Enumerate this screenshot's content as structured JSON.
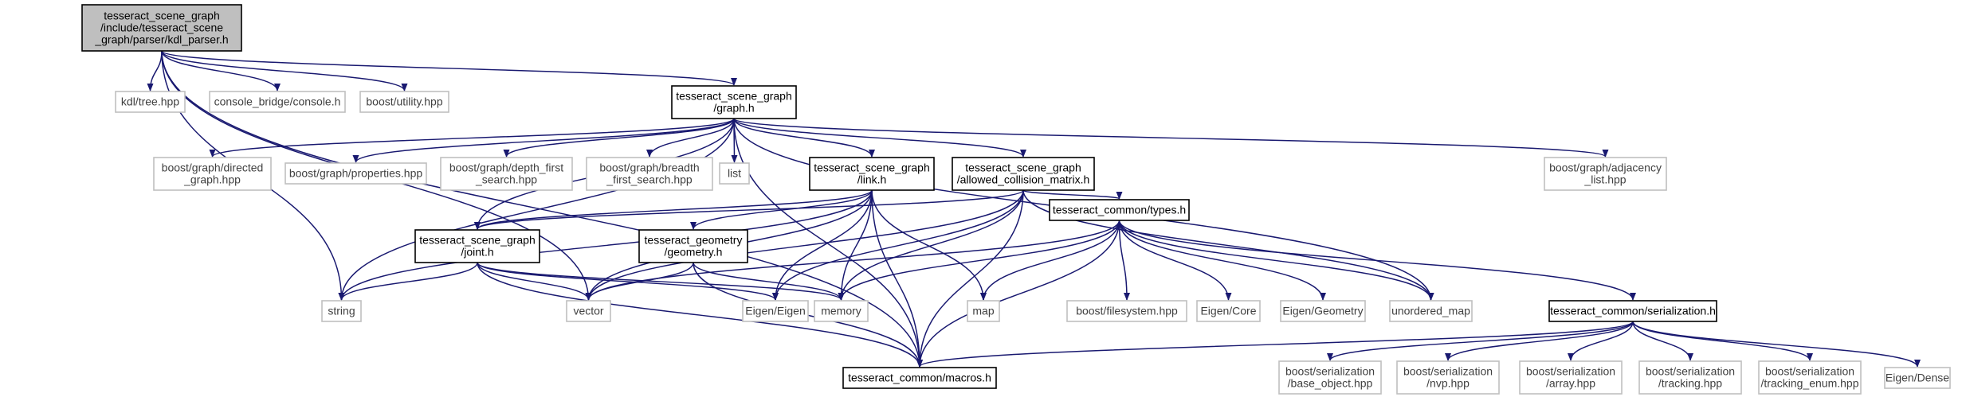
{
  "colors": {
    "edge": "#191970",
    "focus_fill": "#bfbfbf",
    "focus_border": "#000000",
    "internal_border": "#000000",
    "external_border": "#bfbfbf",
    "text_internal": "#000000",
    "text_external": "#404040"
  },
  "nodes": [
    {
      "id": "kdl_parser",
      "kind": "focus",
      "lines": [
        "tesseract_scene_graph",
        "/include/tesseract_scene",
        "_graph/parser/kdl_parser.h"
      ]
    },
    {
      "id": "kdl_tree",
      "kind": "external",
      "lines": [
        "kdl/tree.hpp"
      ]
    },
    {
      "id": "console",
      "kind": "external",
      "lines": [
        "console_bridge/console.h"
      ]
    },
    {
      "id": "boost_utility",
      "kind": "external",
      "lines": [
        "boost/utility.hpp"
      ]
    },
    {
      "id": "graph_h",
      "kind": "internal",
      "lines": [
        "tesseract_scene_graph",
        "/graph.h"
      ]
    },
    {
      "id": "directed_graph",
      "kind": "external",
      "lines": [
        "boost/graph/directed",
        "_graph.hpp"
      ]
    },
    {
      "id": "properties",
      "kind": "external",
      "lines": [
        "boost/graph/properties.hpp"
      ]
    },
    {
      "id": "dfs",
      "kind": "external",
      "lines": [
        "boost/graph/depth_first",
        "_search.hpp"
      ]
    },
    {
      "id": "bfs",
      "kind": "external",
      "lines": [
        "boost/graph/breadth",
        "_first_search.hpp"
      ]
    },
    {
      "id": "list",
      "kind": "external",
      "lines": [
        "list"
      ]
    },
    {
      "id": "link_h",
      "kind": "internal",
      "lines": [
        "tesseract_scene_graph",
        "/link.h"
      ]
    },
    {
      "id": "acm_h",
      "kind": "internal",
      "lines": [
        "tesseract_scene_graph",
        "/allowed_collision_matrix.h"
      ]
    },
    {
      "id": "adjacency",
      "kind": "external",
      "lines": [
        "boost/graph/adjacency",
        "_list.hpp"
      ]
    },
    {
      "id": "joint_h",
      "kind": "internal",
      "lines": [
        "tesseract_scene_graph",
        "/joint.h"
      ]
    },
    {
      "id": "geometry_h",
      "kind": "internal",
      "lines": [
        "tesseract_geometry",
        "/geometry.h"
      ]
    },
    {
      "id": "types_h",
      "kind": "internal",
      "lines": [
        "tesseract_common/types.h"
      ]
    },
    {
      "id": "string",
      "kind": "external",
      "lines": [
        "string"
      ]
    },
    {
      "id": "vector",
      "kind": "external",
      "lines": [
        "vector"
      ]
    },
    {
      "id": "eigen_eigen",
      "kind": "external",
      "lines": [
        "Eigen/Eigen"
      ]
    },
    {
      "id": "memory",
      "kind": "external",
      "lines": [
        "memory"
      ]
    },
    {
      "id": "map",
      "kind": "external",
      "lines": [
        "map"
      ]
    },
    {
      "id": "filesystem",
      "kind": "external",
      "lines": [
        "boost/filesystem.hpp"
      ]
    },
    {
      "id": "eigen_core",
      "kind": "external",
      "lines": [
        "Eigen/Core"
      ]
    },
    {
      "id": "eigen_geometry",
      "kind": "external",
      "lines": [
        "Eigen/Geometry"
      ]
    },
    {
      "id": "unordered_map",
      "kind": "external",
      "lines": [
        "unordered_map"
      ]
    },
    {
      "id": "serialization_h",
      "kind": "internal",
      "lines": [
        "tesseract_common/serialization.h"
      ]
    },
    {
      "id": "macros_h",
      "kind": "internal",
      "lines": [
        "tesseract_common/macros.h"
      ]
    },
    {
      "id": "base_object",
      "kind": "external",
      "lines": [
        "boost/serialization",
        "/base_object.hpp"
      ]
    },
    {
      "id": "nvp",
      "kind": "external",
      "lines": [
        "boost/serialization",
        "/nvp.hpp"
      ]
    },
    {
      "id": "array",
      "kind": "external",
      "lines": [
        "boost/serialization",
        "/array.hpp"
      ]
    },
    {
      "id": "tracking",
      "kind": "external",
      "lines": [
        "boost/serialization",
        "/tracking.hpp"
      ]
    },
    {
      "id": "tracking_enum",
      "kind": "external",
      "lines": [
        "boost/serialization",
        "/tracking_enum.hpp"
      ]
    },
    {
      "id": "eigen_dense",
      "kind": "external",
      "lines": [
        "Eigen/Dense"
      ]
    }
  ],
  "edges": [
    [
      "kdl_parser",
      "kdl_tree"
    ],
    [
      "kdl_parser",
      "console"
    ],
    [
      "kdl_parser",
      "boost_utility"
    ],
    [
      "kdl_parser",
      "graph_h"
    ],
    [
      "kdl_parser",
      "string"
    ],
    [
      "kdl_parser",
      "vector"
    ],
    [
      "kdl_parser",
      "macros_h"
    ],
    [
      "graph_h",
      "directed_graph"
    ],
    [
      "graph_h",
      "properties"
    ],
    [
      "graph_h",
      "dfs"
    ],
    [
      "graph_h",
      "bfs"
    ],
    [
      "graph_h",
      "list"
    ],
    [
      "graph_h",
      "link_h"
    ],
    [
      "graph_h",
      "acm_h"
    ],
    [
      "graph_h",
      "adjacency"
    ],
    [
      "graph_h",
      "joint_h"
    ],
    [
      "graph_h",
      "string"
    ],
    [
      "graph_h",
      "unordered_map"
    ],
    [
      "graph_h",
      "macros_h"
    ],
    [
      "link_h",
      "joint_h"
    ],
    [
      "link_h",
      "geometry_h"
    ],
    [
      "link_h",
      "string"
    ],
    [
      "link_h",
      "vector"
    ],
    [
      "link_h",
      "eigen_eigen"
    ],
    [
      "link_h",
      "memory"
    ],
    [
      "link_h",
      "map"
    ],
    [
      "link_h",
      "macros_h"
    ],
    [
      "acm_h",
      "types_h"
    ],
    [
      "acm_h",
      "joint_h"
    ],
    [
      "acm_h",
      "vector"
    ],
    [
      "acm_h",
      "eigen_eigen"
    ],
    [
      "acm_h",
      "memory"
    ],
    [
      "acm_h",
      "unordered_map"
    ],
    [
      "acm_h",
      "macros_h"
    ],
    [
      "joint_h",
      "string"
    ],
    [
      "joint_h",
      "vector"
    ],
    [
      "joint_h",
      "eigen_eigen"
    ],
    [
      "joint_h",
      "memory"
    ],
    [
      "joint_h",
      "macros_h"
    ],
    [
      "geometry_h",
      "vector"
    ],
    [
      "geometry_h",
      "memory"
    ],
    [
      "geometry_h",
      "macros_h"
    ],
    [
      "types_h",
      "vector"
    ],
    [
      "types_h",
      "memory"
    ],
    [
      "types_h",
      "map"
    ],
    [
      "types_h",
      "filesystem"
    ],
    [
      "types_h",
      "eigen_core"
    ],
    [
      "types_h",
      "eigen_geometry"
    ],
    [
      "types_h",
      "unordered_map"
    ],
    [
      "types_h",
      "serialization_h"
    ],
    [
      "types_h",
      "macros_h"
    ],
    [
      "serialization_h",
      "macros_h"
    ],
    [
      "serialization_h",
      "base_object"
    ],
    [
      "serialization_h",
      "nvp"
    ],
    [
      "serialization_h",
      "array"
    ],
    [
      "serialization_h",
      "tracking"
    ],
    [
      "serialization_h",
      "tracking_enum"
    ],
    [
      "serialization_h",
      "eigen_dense"
    ]
  ]
}
